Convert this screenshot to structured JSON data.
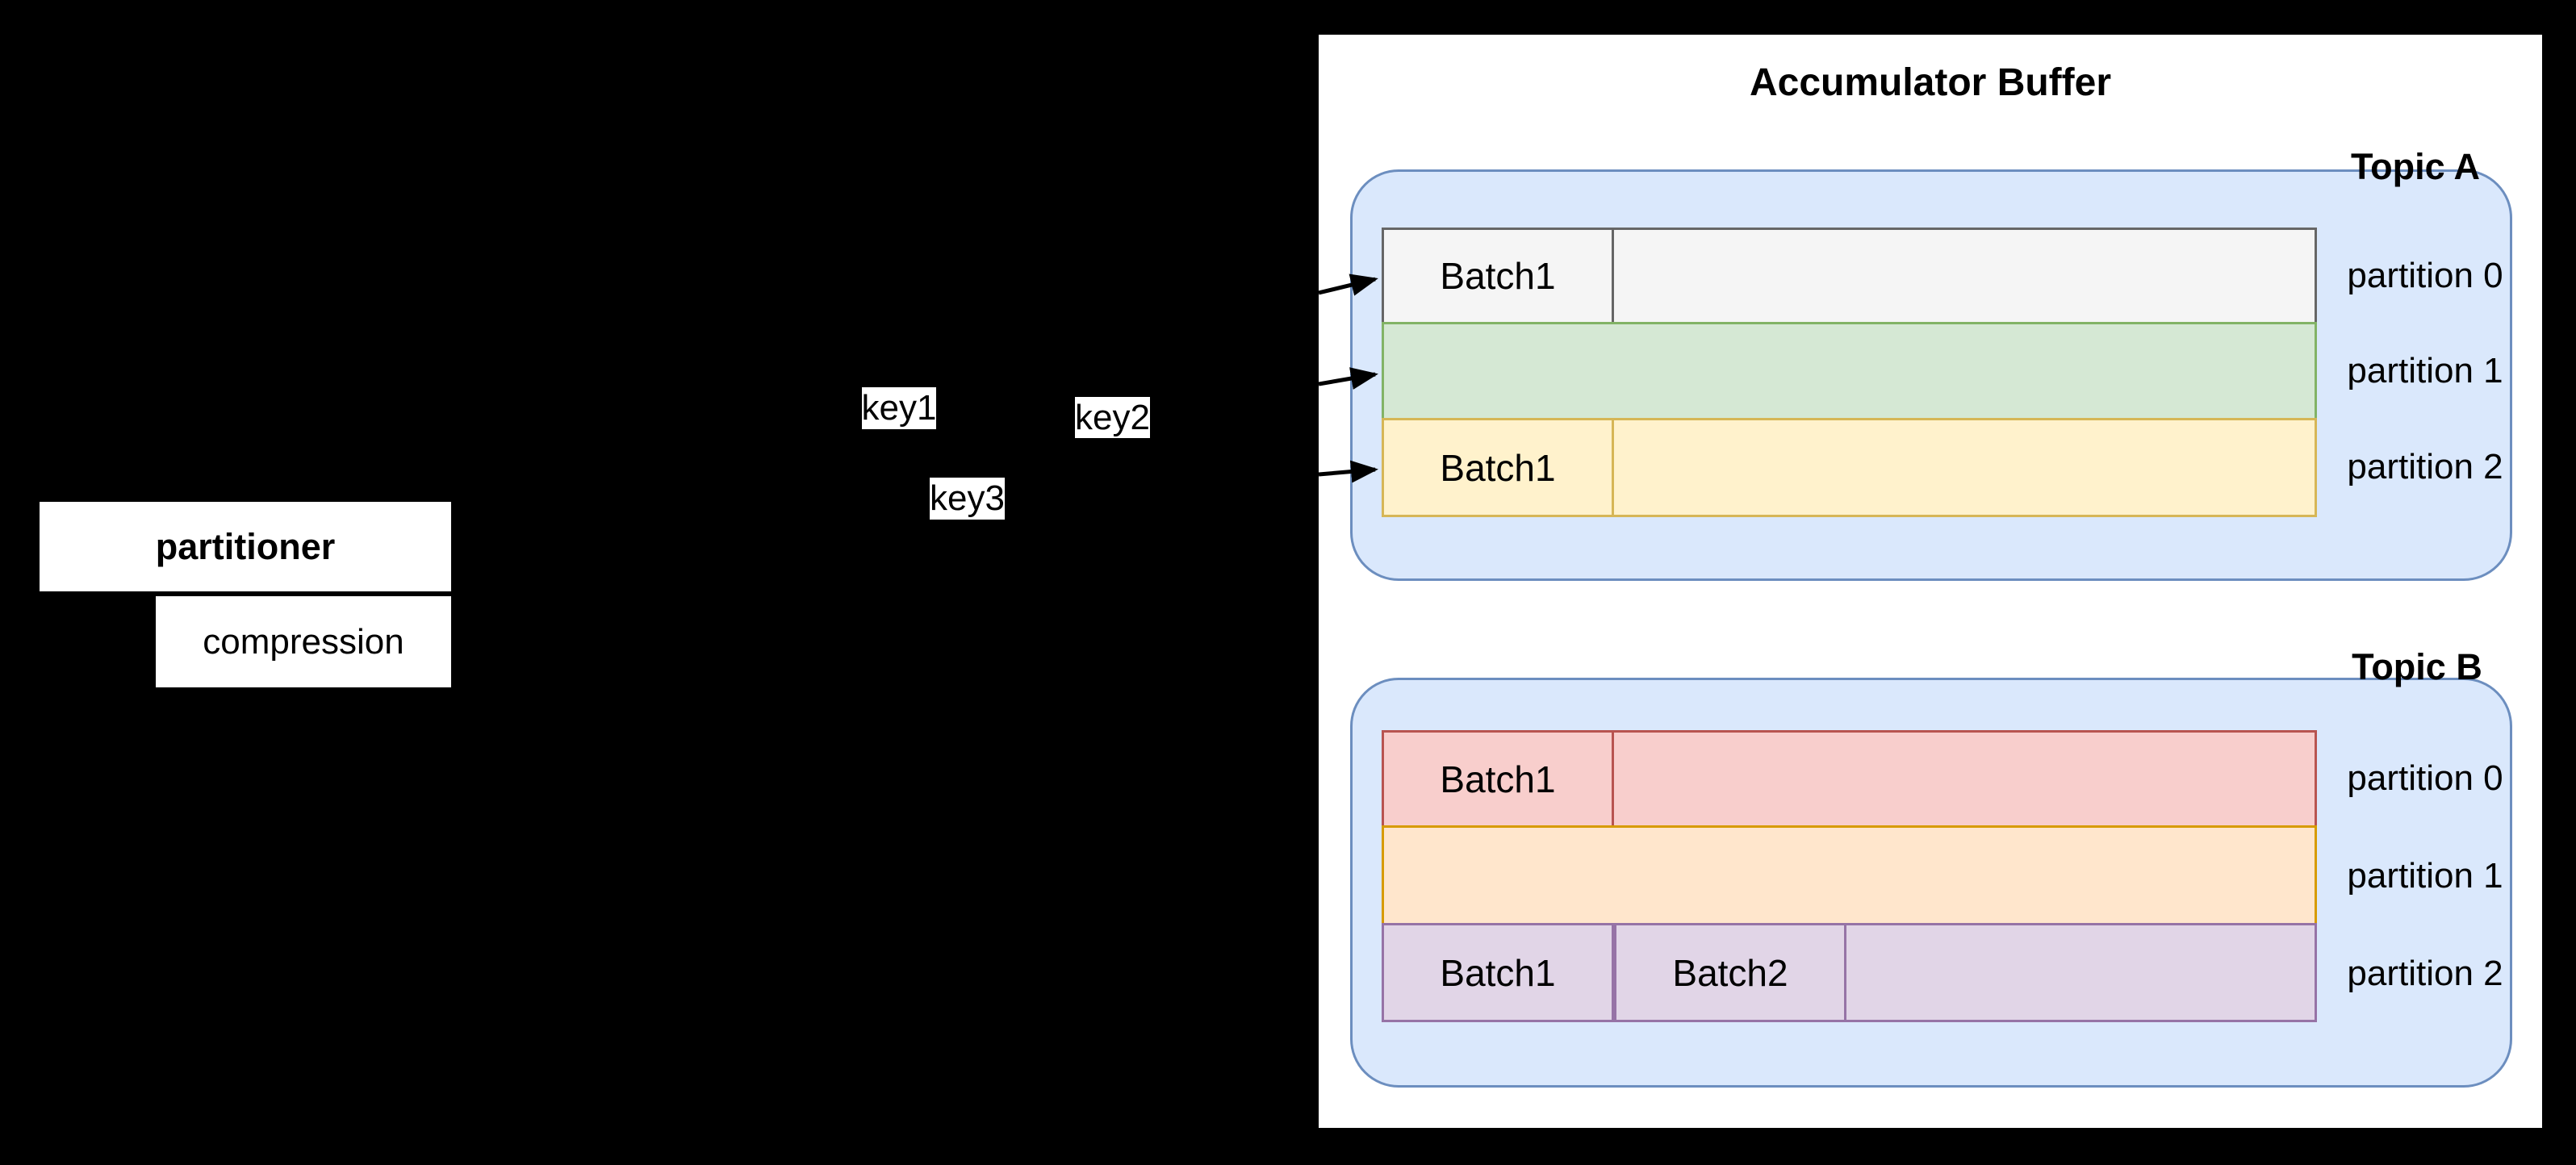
{
  "diagram": {
    "background": "#000000",
    "producer": {
      "partitioner_label": "partitioner",
      "compression_label": "compression"
    },
    "keys": [
      {
        "label": "key1"
      },
      {
        "label": "key2"
      },
      {
        "label": "key3"
      }
    ],
    "buffer": {
      "title": "Accumulator Buffer",
      "panel_bg": "#ffffff",
      "topic_fill": "#dae8fc",
      "topic_stroke": "#6c8ebf",
      "arrow_color": "#000000",
      "arrows": [
        "to-topic-a-partition-0",
        "to-topic-a-partition-1",
        "to-topic-a-partition-2"
      ],
      "topics": [
        {
          "label": "Topic A",
          "partitions": [
            {
              "label": "partition 0",
              "fill": "#f5f5f5",
              "stroke": "#666666",
              "batches": [
                {
                  "label": "Batch1"
                }
              ]
            },
            {
              "label": "partition 1",
              "fill": "#d5e8d4",
              "stroke": "#82b366",
              "batches": []
            },
            {
              "label": "partition 2",
              "fill": "#fff2cc",
              "stroke": "#d6b656",
              "batches": [
                {
                  "label": "Batch1"
                }
              ]
            }
          ]
        },
        {
          "label": "Topic B",
          "partitions": [
            {
              "label": "partition 0",
              "fill": "#f8cecc",
              "stroke": "#b85450",
              "batches": [
                {
                  "label": "Batch1"
                }
              ]
            },
            {
              "label": "partition 1",
              "fill": "#ffe6cc",
              "stroke": "#d79b00",
              "batches": []
            },
            {
              "label": "partition 2",
              "fill": "#e1d5e7",
              "stroke": "#9673a6",
              "batches": [
                {
                  "label": "Batch1"
                },
                {
                  "label": "Batch2"
                }
              ]
            }
          ]
        }
      ]
    }
  }
}
